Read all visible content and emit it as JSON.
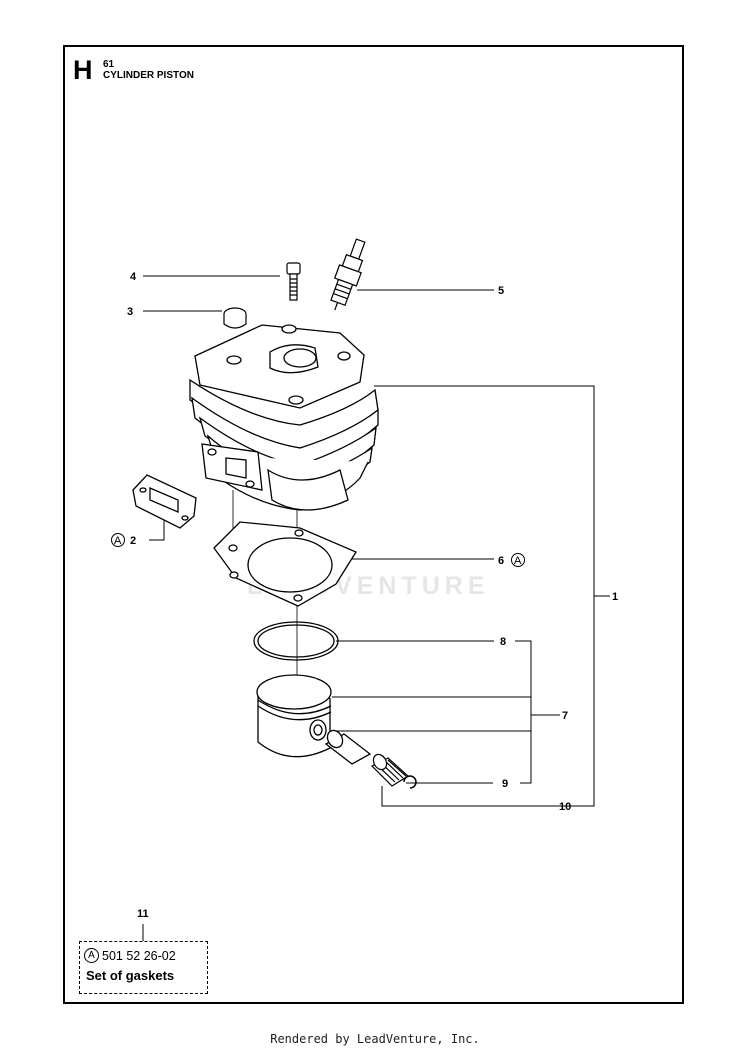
{
  "section": {
    "letter": "H",
    "number": "61",
    "title": "CYLINDER PISTON"
  },
  "callouts": {
    "c1": "1",
    "c2": "2",
    "c3": "3",
    "c4": "4",
    "c5": "5",
    "c6": "6",
    "c7": "7",
    "c8": "8",
    "c9": "9",
    "c10": "10"
  },
  "kit_marker": "A",
  "kit": {
    "number": "11",
    "marker": "A",
    "part_number": "501 52 26-02",
    "description": "Set of gaskets"
  },
  "watermark": "LEADVENTURE",
  "footer": "Rendered by LeadVenture, Inc."
}
